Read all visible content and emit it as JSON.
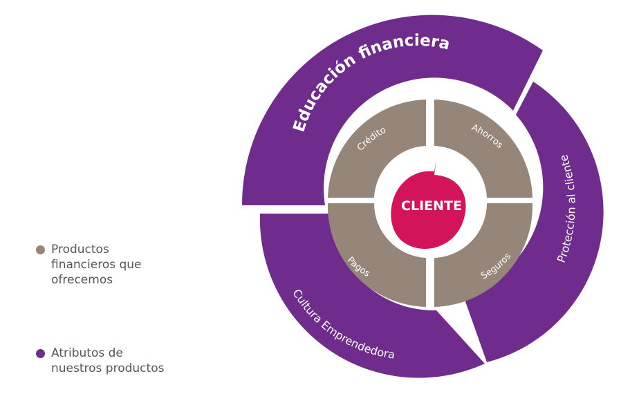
{
  "center": {
    "label": "CLIENTE",
    "color": "#d4145a"
  },
  "inner_ring": {
    "color": "#958679",
    "segments": [
      {
        "label": "Crédito"
      },
      {
        "label": "Ahorros"
      },
      {
        "label": "Seguros"
      },
      {
        "label": "Pagos"
      }
    ]
  },
  "outer_ring": {
    "color": "#6f2c8c",
    "segments": [
      {
        "label": "Educación financiera"
      },
      {
        "label": "Protección al cliente"
      },
      {
        "label": "Cultura Emprendedora"
      }
    ]
  },
  "legend": [
    {
      "color": "#958679",
      "lines": [
        "Productos",
        "financieros que",
        "ofrecemos"
      ]
    },
    {
      "color": "#6f2c8c",
      "lines": [
        "Atributos de",
        "nuestros productos"
      ]
    }
  ]
}
